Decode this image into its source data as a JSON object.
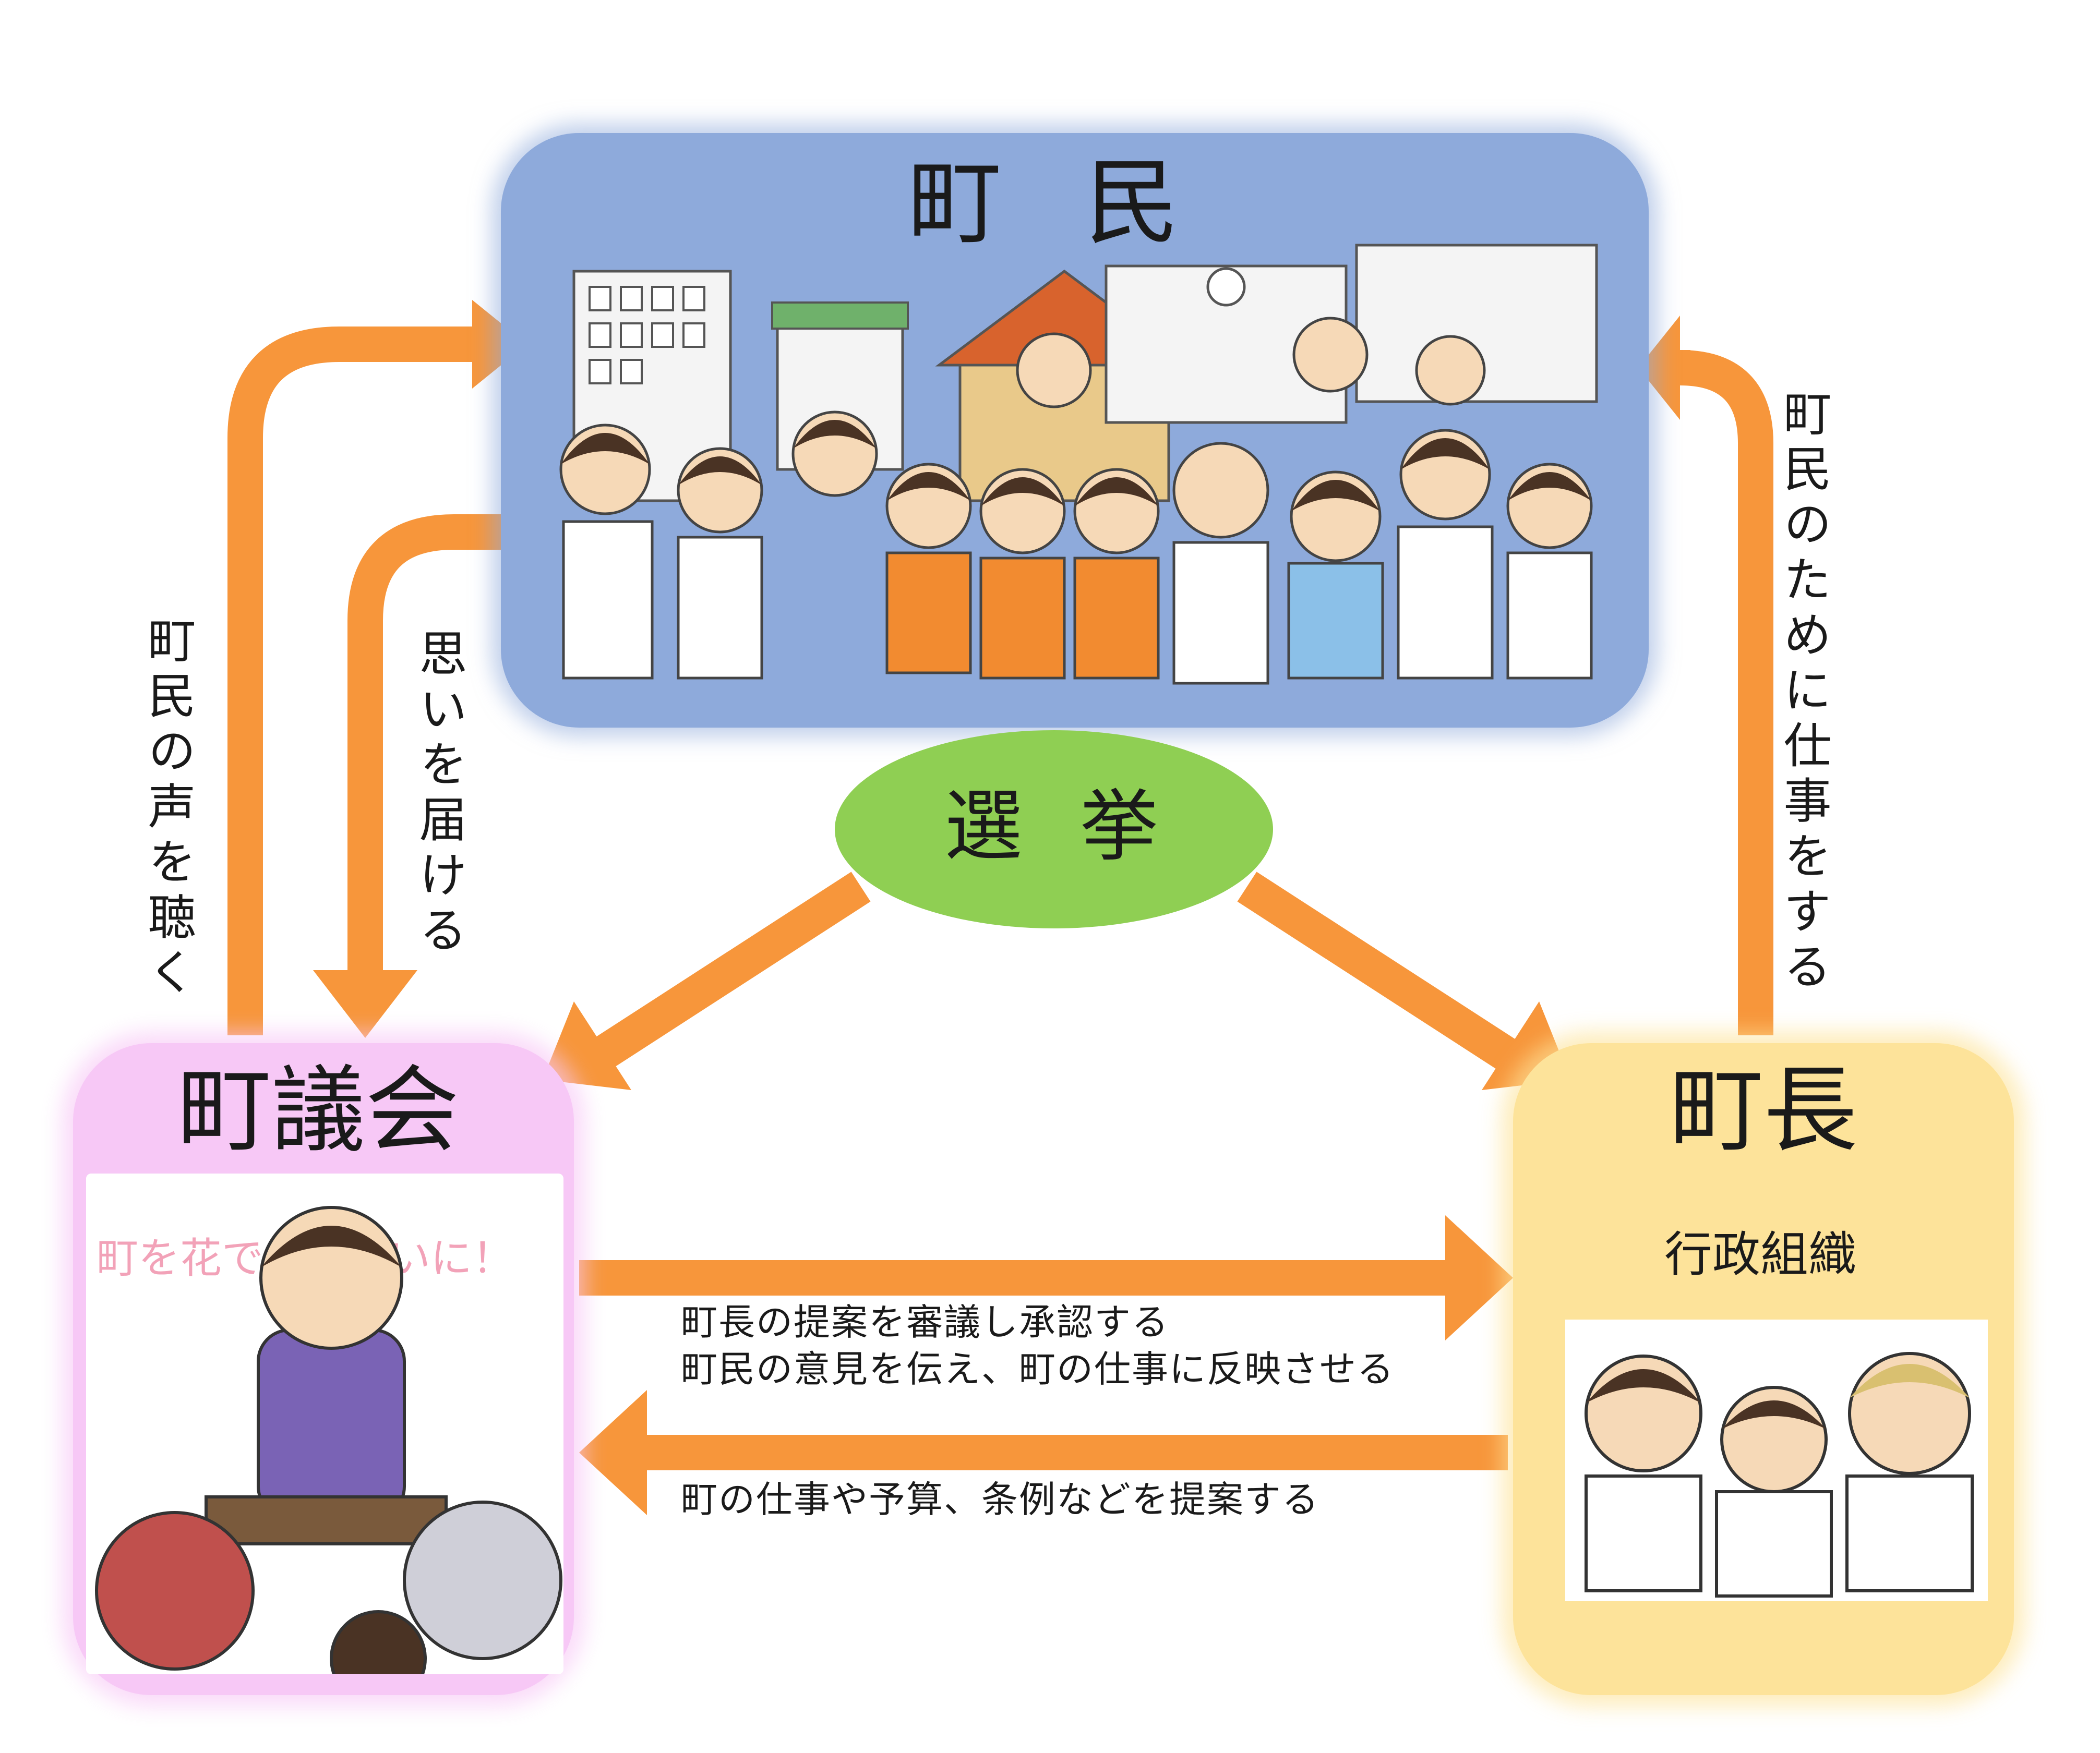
{
  "colors": {
    "citizens_box": "#8eaadb",
    "assembly_box": "#f7c8f6",
    "mayor_box": "#fde39a",
    "election_ellipse": "#8fcf53",
    "arrow": "#f7963b"
  },
  "citizens": {
    "title": "町民"
  },
  "election": {
    "label": "選挙"
  },
  "assembly": {
    "title": "町議会",
    "illustration_text": "町を花でいっぱいに！"
  },
  "mayor": {
    "title": "町長",
    "subtitle": "行政組織"
  },
  "flows": {
    "assembly_to_citizens": "町民の声を聴く",
    "citizens_to_assembly": "思いを届ける",
    "mayor_to_citizens": "町民のために仕事をする",
    "assembly_to_mayor_line1": "町長の提案を審議し承認する",
    "assembly_to_mayor_line2": "町民の意見を伝え、町の仕事に反映させる",
    "mayor_to_assembly": "町の仕事や予算、条例などを提案する"
  }
}
